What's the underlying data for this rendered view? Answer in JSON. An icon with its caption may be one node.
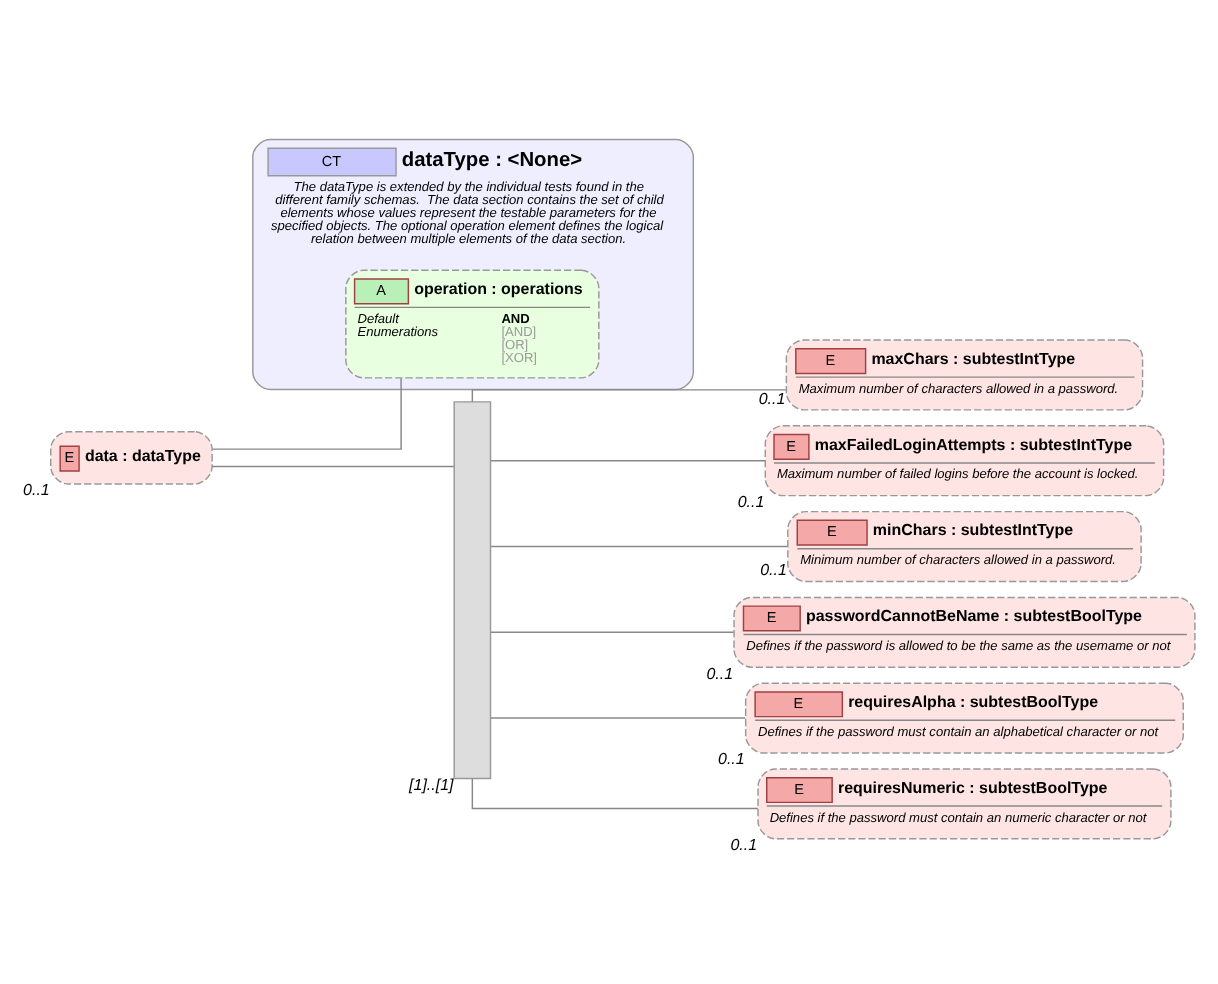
{
  "diagram": {
    "nodes": [
      {
        "text": [
          "E",
          "data : dataType"
        ],
        "beside": [
          "0..1"
        ]
      },
      {
        "text": [
          "CT",
          "dataType : <None>",
          "The dataType is extended by the individual tests found in the different family schemas.  The data section contains the set of child elements whose values represent the testable parameters for the specified objects. The optional operation element defines the logical relation between multiple elements of the data section."
        ]
      },
      {
        "text": [
          "A",
          "operation : operations",
          "Default",
          "Enumerations",
          "AND",
          "[AND]",
          "[OR]",
          "[XOR]"
        ],
        "in": 1
      },
      {
        "text": [],
        "shape": "bar",
        "beside": [
          "[1]..[1]"
        ]
      },
      {
        "text": [
          "E",
          "maxChars : subtestIntType",
          "Maximum number of characters allowed in a password."
        ],
        "beside": [
          "0..1"
        ]
      },
      {
        "text": [
          "E",
          "maxFailedLoginAttempts : subtestIntType",
          "Maximum number of failed logins before the account is locked."
        ],
        "beside": [
          "0..1"
        ]
      },
      {
        "text": [
          "E",
          "minChars : subtestIntType",
          "Minimum number of characters allowed in a password."
        ],
        "beside": [
          "0..1"
        ]
      },
      {
        "text": [
          "E",
          "passwordCannotBeName : subtestBoolType",
          "Defines if the password is allowed to be the same as the usemame or not"
        ],
        "beside": [
          "0..1"
        ]
      },
      {
        "text": [
          "E",
          "requiresAlpha : subtestBoolType",
          "Defines if the password must contain an alphabetical character or not"
        ],
        "beside": [
          "0..1"
        ]
      },
      {
        "text": [
          "E",
          "requiresNumeric : subtestBoolType",
          "Defines if the password must contain an numeric character or not"
        ],
        "beside": [
          "0..1"
        ]
      }
    ],
    "edges": [
      {
        "from": 0,
        "to": 2,
        "arrow": "none"
      },
      {
        "from": 0,
        "to": 3,
        "arrow": "none"
      },
      {
        "from": 3,
        "to": 4,
        "arrow": "none"
      },
      {
        "from": 3,
        "to": 5,
        "arrow": "none"
      },
      {
        "from": 3,
        "to": 6,
        "arrow": "none"
      },
      {
        "from": 3,
        "to": 7,
        "arrow": "none"
      },
      {
        "from": 3,
        "to": 8,
        "arrow": "none"
      },
      {
        "from": 3,
        "to": 9,
        "arrow": "none"
      }
    ]
  }
}
